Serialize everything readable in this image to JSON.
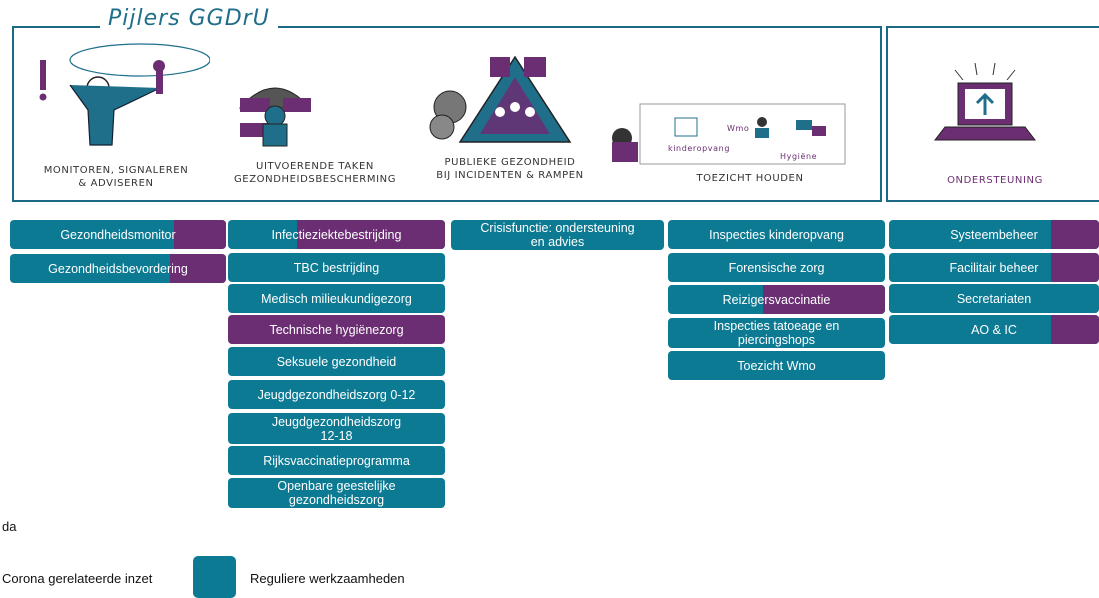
{
  "header": {
    "title": "Pijlers GGDrU",
    "pillars": [
      {
        "label": "MONITOREN, SIGNALEREN\n& ADVISEREN"
      },
      {
        "label": "UITVOERENDE TAKEN\nGEZONDHEIDSBESCHERMING"
      },
      {
        "label": "PUBLIEKE GEZONDHEID\nBIJ INCIDENTEN & RAMPEN"
      },
      {
        "label": "TOEZICHT HOUDEN"
      },
      {
        "label": "ONDERSTEUNING"
      }
    ],
    "toezicht_icons": {
      "kinderopvang": "kinderopvang",
      "wmo": "Wmo",
      "hygiene": "Hygiëne"
    }
  },
  "columns": {
    "col1": [
      {
        "label": "Gezondheidsmonitor",
        "accent": true
      },
      {
        "label": "Gezondheidsbevordering",
        "accent": true
      }
    ],
    "col2": [
      {
        "label": "Infectieziektebestrijding",
        "accent": true
      },
      {
        "label": "TBC bestrijding"
      },
      {
        "label": "Medisch milieukundigezorg"
      },
      {
        "label": "Technische hygiënezorg",
        "full_purple": true
      },
      {
        "label": "Seksuele gezondheid"
      },
      {
        "label": "Jeugdgezondheidszorg 0-12"
      },
      {
        "label": "Jeugdgezondheidszorg\n12-18"
      },
      {
        "label": "Rijksvaccinatieprogramma"
      },
      {
        "label": "Openbare geestelijke\ngezondheidszorg"
      }
    ],
    "col3": [
      {
        "label": "Crisisfunctie: ondersteuning\nen advies"
      }
    ],
    "col4": [
      {
        "label": "Inspecties kinderopvang"
      },
      {
        "label": "Forensische zorg"
      },
      {
        "label": "Reizigersvaccinatie",
        "accent": true
      },
      {
        "label": "Inspecties tatoeage en\npiercingshops"
      },
      {
        "label": "Toezicht Wmo"
      }
    ],
    "col5": [
      {
        "label": "Systeembeheer",
        "accent": true
      },
      {
        "label": "Facilitair beheer",
        "accent": true
      },
      {
        "label": "Secretariaten"
      },
      {
        "label": "AO & IC",
        "accent": true
      }
    ]
  },
  "legend": {
    "note": "da",
    "corona_label": "Corona gerelateerde inzet",
    "regulier_label": "Reguliere werkzaamheden"
  },
  "colors": {
    "teal": "#0d7a93",
    "purple": "#6b2e73"
  }
}
